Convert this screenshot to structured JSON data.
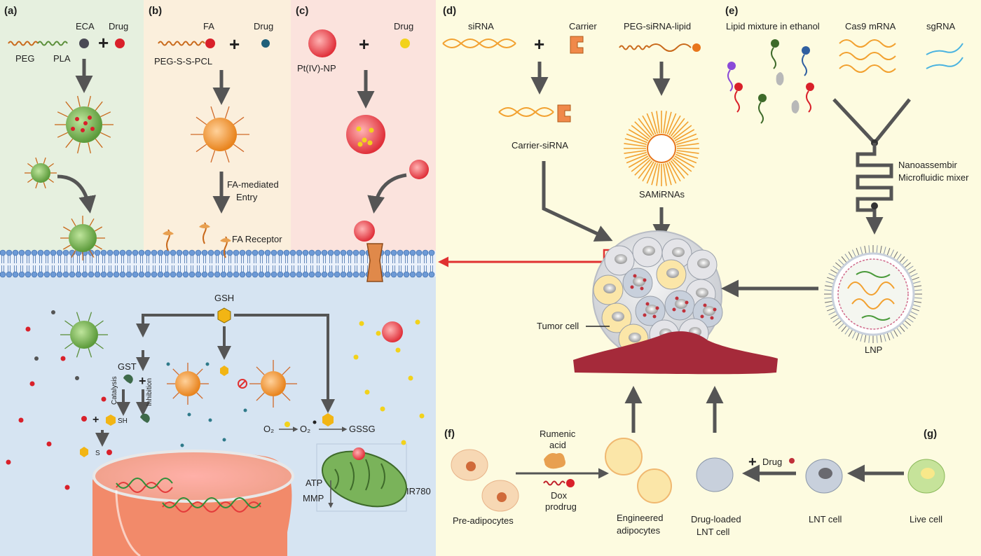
{
  "panels": {
    "a": "(a)",
    "b": "(b)",
    "c": "(c)",
    "d": "(d)",
    "e": "(e)",
    "f": "(f)",
    "g": "(g)"
  },
  "panel_a": {
    "eca": "ECA",
    "drug": "Drug",
    "peg": "PEG",
    "pla": "PLA"
  },
  "panel_b": {
    "fa": "FA",
    "drug": "Drug",
    "polymer": "PEG-S-S-PCL",
    "entry_line1": "FA-mediated",
    "entry_line2": "Entry",
    "receptor": "FA Receptor"
  },
  "panel_c": {
    "np": "Pt(IV)-NP",
    "drug": "Drug"
  },
  "intracellular": {
    "gsh": "GSH",
    "gst": "GST",
    "catalysis": "Catalysis",
    "inhibition": "Inhibition",
    "sh": "SH",
    "s": "S",
    "o2": "O₂",
    "o2_radical": "O₂",
    "gssg": "GSSG",
    "atp": "ATP",
    "mmp": "MMP",
    "ir780": "IR780"
  },
  "panel_d": {
    "sirna": "siRNA",
    "carrier": "Carrier",
    "peg_sirna_lipid": "PEG-siRNA-lipid",
    "carrier_sirna": "Carrier-siRNA",
    "samirnas": "SAMiRNAs",
    "tumor_cell": "Tumor cell"
  },
  "panel_e": {
    "lipid_mixture": "Lipid mixture in ethanol",
    "cas9": "Cas9 mRNA",
    "sgrna": "sgRNA",
    "mixer_line1": "Nanoassembir",
    "mixer_line2": "Microfluidic mixer",
    "lnp": "LNP"
  },
  "panel_f": {
    "rumenic_line1": "Rumenic",
    "rumenic_line2": "acid",
    "dox_line1": "Dox",
    "dox_line2": "prodrug",
    "pre_adipocytes": "Pre-adipocytes",
    "engineered_line1": "Engineered",
    "engineered_line2": "adipocytes"
  },
  "panel_g": {
    "drug": "Drug",
    "drug_loaded_line1": "Drug-loaded",
    "drug_loaded_line2": "LNT cell",
    "lnt_cell": "LNT cell",
    "live_cell": "Live cell"
  },
  "colors": {
    "bg_a": "#e6f0df",
    "bg_b": "#fbefdc",
    "bg_c": "#fbe3dd",
    "bg_cyto": "#d6e4f2",
    "bg_right": "#fdfbe0",
    "arrow": "#555555",
    "red_arrow": "#e03131",
    "drug_red": "#d9202a",
    "drug_yellow": "#f2d21b",
    "membrane": "#6d9ad6",
    "orange": "#f2a130",
    "green": "#6ea94b",
    "tumor_vessel": "#a52a3a"
  }
}
